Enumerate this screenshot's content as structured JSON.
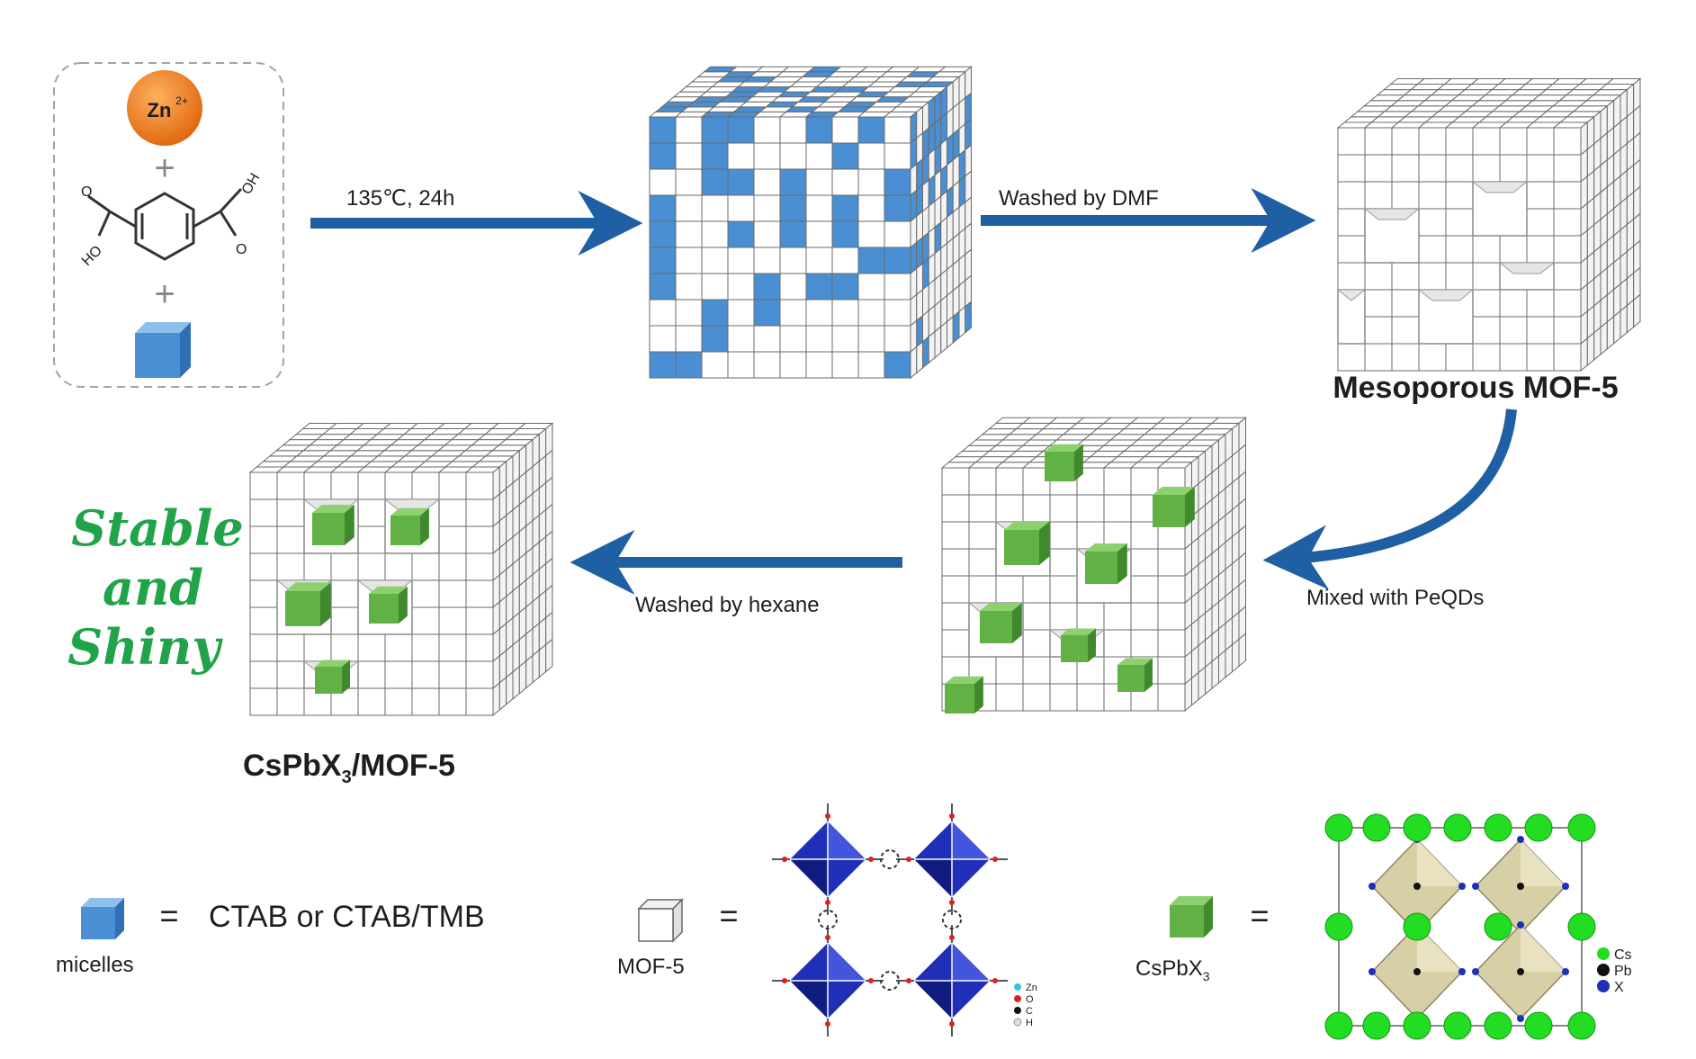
{
  "reactants": {
    "zn_label": "Zn",
    "zn_charge": "2+",
    "plus": "+",
    "oh_label": "OH",
    "ho_label": "HO",
    "o_label": "O"
  },
  "arrows": {
    "step1": "135℃, 24h",
    "step2": "Washed by DMF",
    "step3": "Mixed with PeQDs",
    "step4": "Washed by hexane"
  },
  "products": {
    "mesoporous": "Mesoporous MOF-5",
    "composite_main": "CsPbX",
    "composite_sub": "3",
    "composite_tail": "/MOF-5"
  },
  "slogan": [
    "Stable",
    "and",
    "Shiny"
  ],
  "legend": {
    "equals": "=",
    "micelle_def": "CTAB or CTAB/TMB",
    "micelle_caption": "micelles",
    "mof_caption": "MOF-5",
    "cs_caption_main": "CsPbX",
    "cs_caption_sub": "3",
    "mof_atoms": [
      "Zn",
      "O",
      "C",
      "H"
    ],
    "cs_atoms": [
      "Cs",
      "Pb",
      "X"
    ]
  },
  "colors": {
    "arrow": "#1f5fa3",
    "micelle_blue": "#4a8fd3",
    "qd_green": "#62b145",
    "zn_orange": "#ee7d1e",
    "slogan_green": "#21a34a",
    "tetra_blue": "#1f2fb8",
    "octa_tan": "#d7cfa6",
    "cs_green": "#22dd22"
  }
}
